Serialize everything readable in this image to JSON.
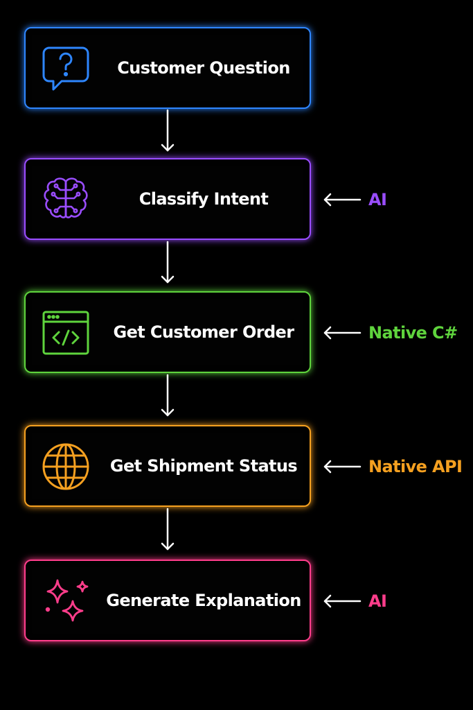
{
  "diagram": {
    "steps": [
      {
        "label": "Customer Question",
        "icon": "chat-question-icon",
        "color": "#2e86ff"
      },
      {
        "label": "Classify Intent",
        "icon": "brain-circuit-icon",
        "color": "#9a4dff",
        "tag": "AI"
      },
      {
        "label": "Get Customer Order",
        "icon": "code-window-icon",
        "color": "#5fd43d",
        "tag": "Native C#"
      },
      {
        "label": "Get Shipment Status",
        "icon": "globe-icon",
        "color": "#f5a020",
        "tag": "Native API"
      },
      {
        "label": "Generate Explanation",
        "icon": "sparkles-icon",
        "color": "#ff3d8b",
        "tag": "AI"
      }
    ],
    "connector_color": "#ffffff",
    "tag_arrow_color": "#ffffff"
  }
}
